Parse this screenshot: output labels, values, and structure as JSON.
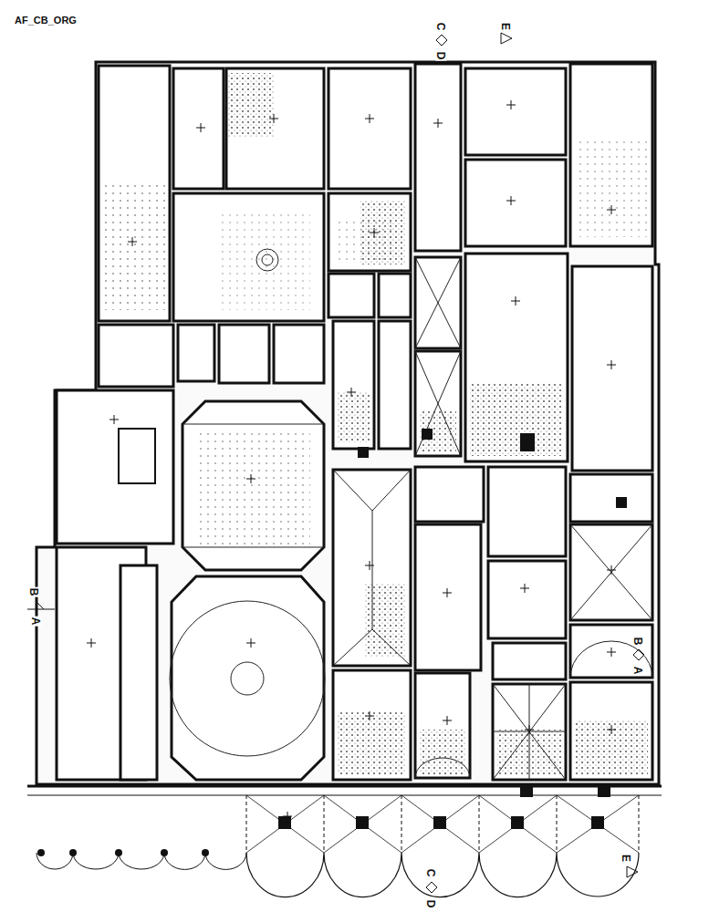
{
  "diagram": {
    "labels": [
      "AF_CB_ORG",
      "C",
      "D",
      "E",
      "B",
      "A",
      "B",
      "A",
      "C",
      "D",
      "E"
    ]
  }
}
